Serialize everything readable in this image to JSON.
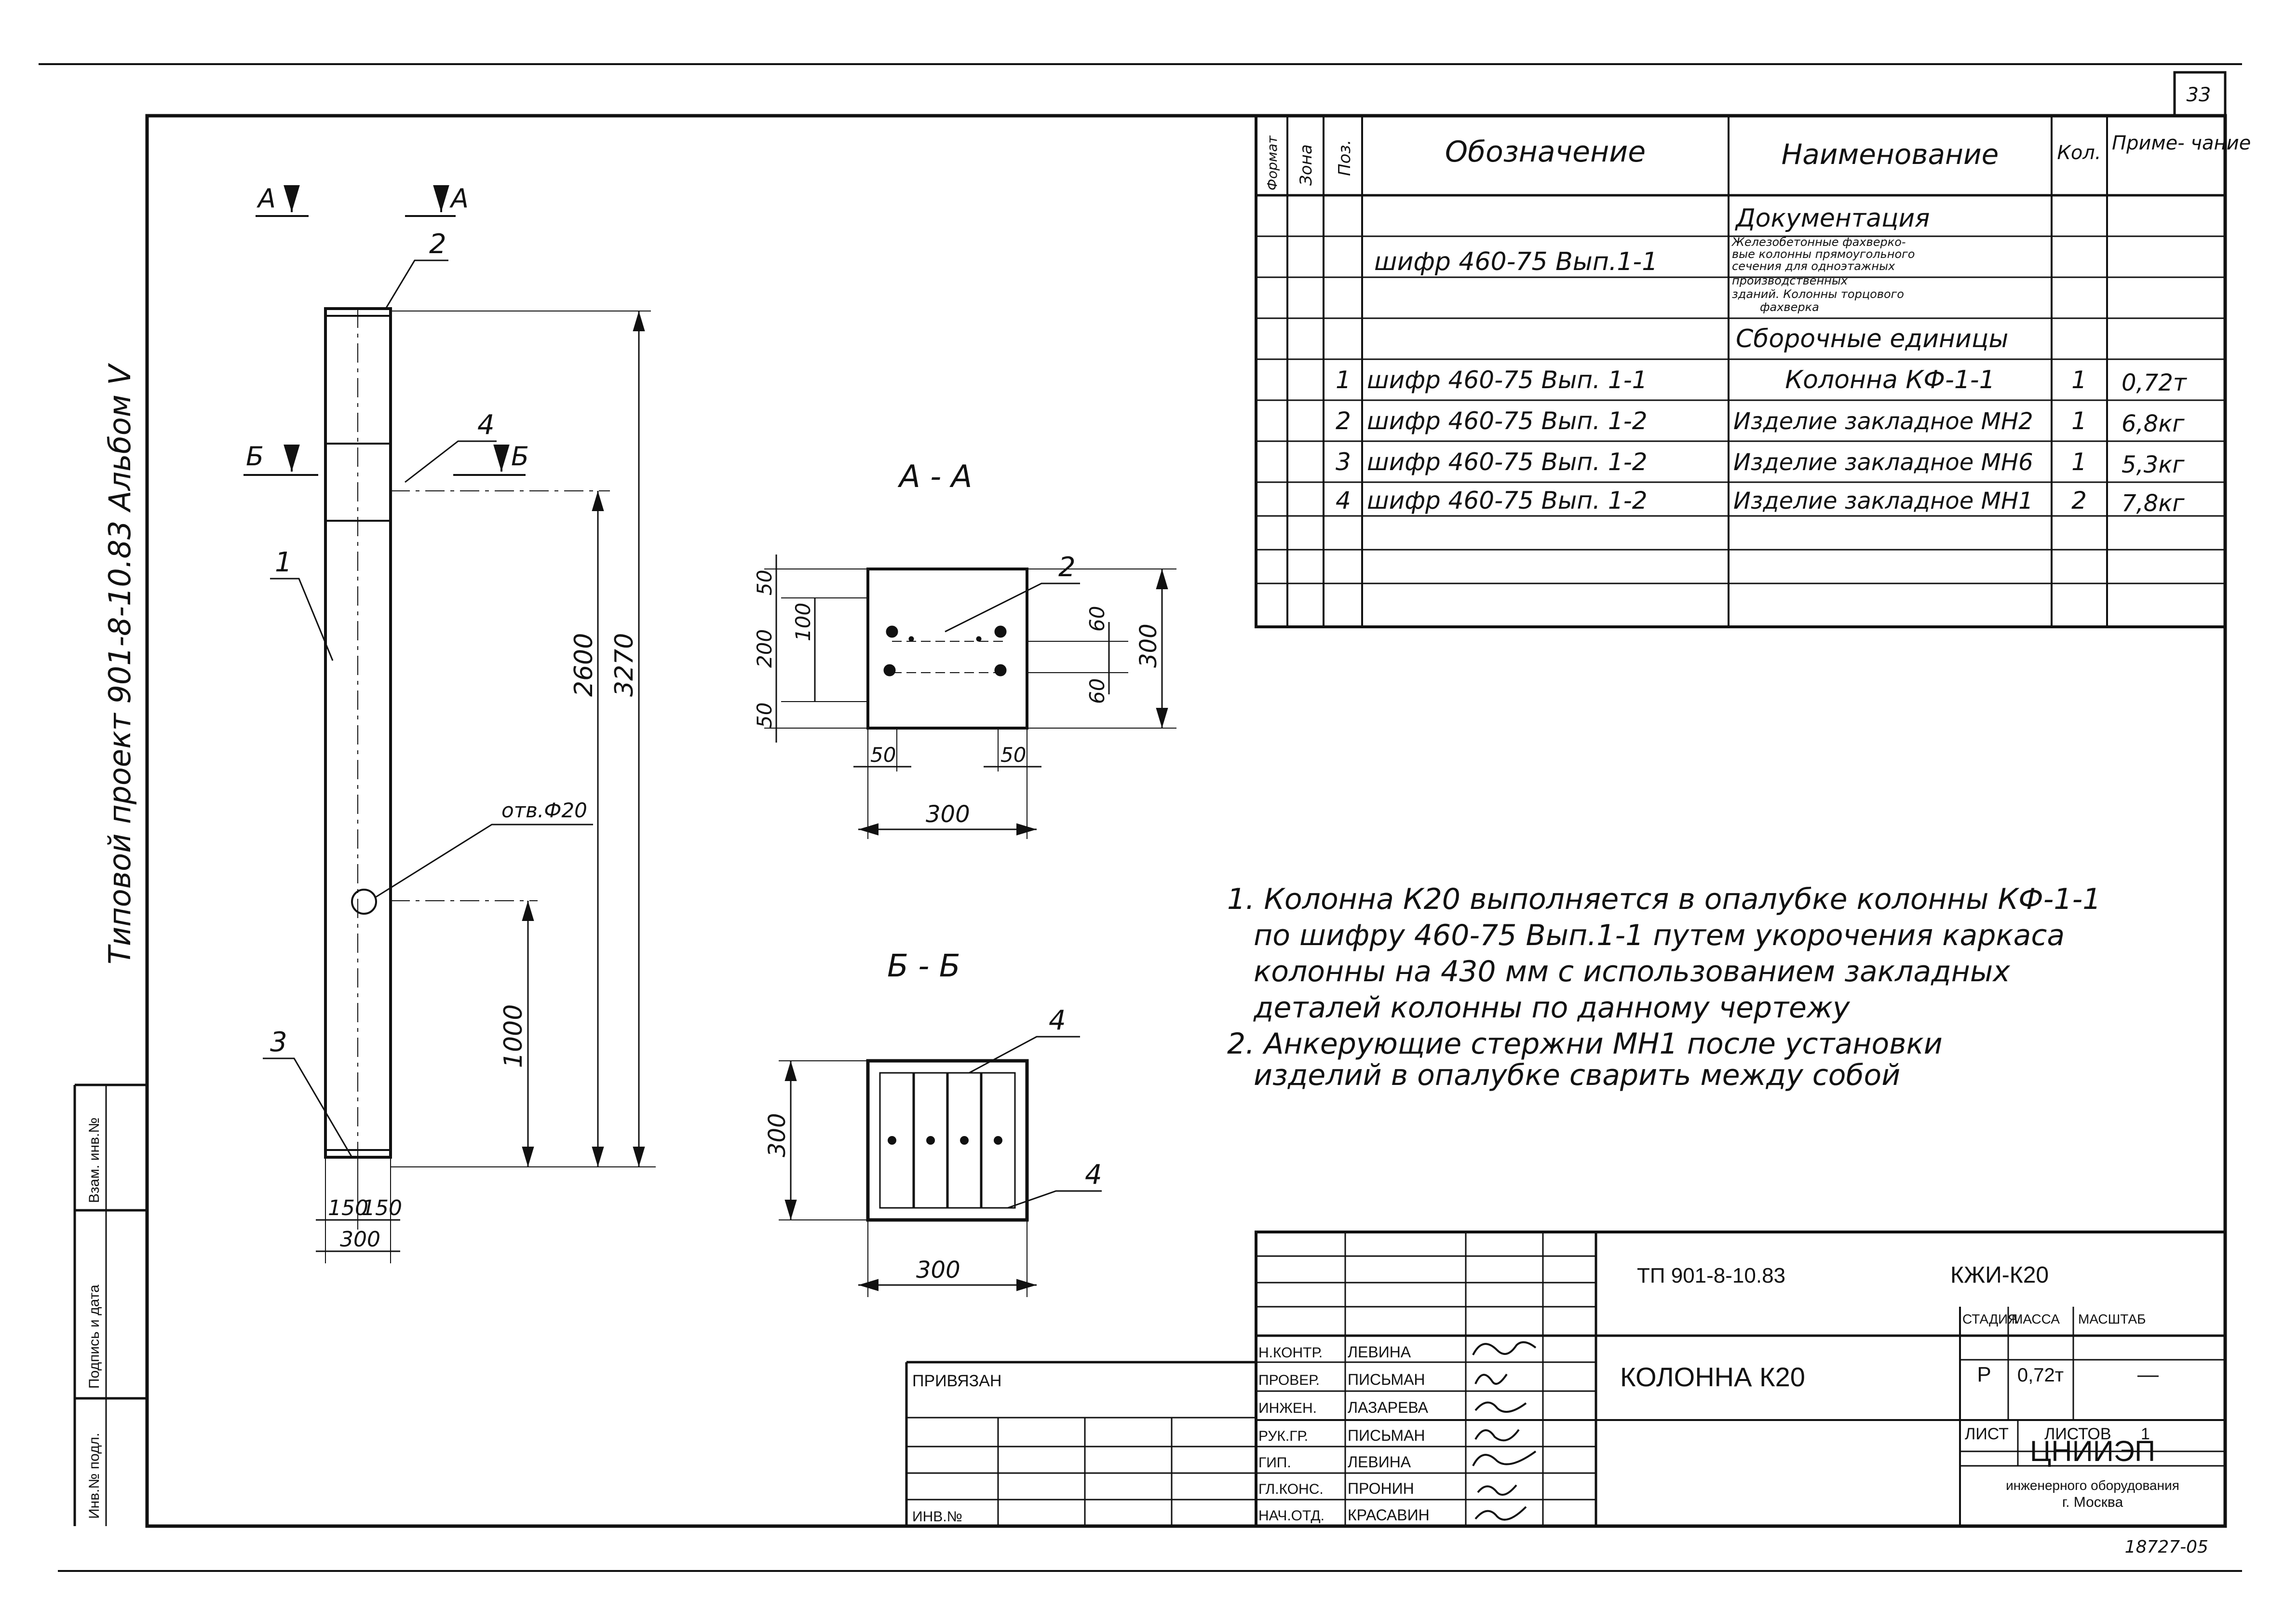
{
  "sheet_number": "33",
  "side_title": "Типовой проект 901-8-10.83 Альбом V",
  "side_boxes": [
    "Инв.№ подл.",
    "Подпись и дата",
    "Взам. инв.№"
  ],
  "elevation": {
    "section_a_left": "А",
    "section_a_right": "А",
    "section_b_left": "Б",
    "section_b_right": "Б",
    "pos_1": "1",
    "pos_2": "2",
    "pos_3": "3",
    "pos_4": "4",
    "hole_label": "отв.Ф20",
    "dim_2600": "2600",
    "dim_3270": "3270",
    "dim_1000": "1000",
    "dim_150a": "150",
    "dim_150b": "150",
    "dim_300": "300"
  },
  "section_aa": {
    "title": "А - А",
    "pos_2": "2",
    "dims": {
      "d50_top": "50",
      "d100": "100",
      "d200": "200",
      "d50_bot": "50",
      "d60_top": "60",
      "d60_bot": "60",
      "d300_right": "300",
      "d50_left": "50",
      "d50_right": "50",
      "d300_bottom": "300"
    }
  },
  "section_bb": {
    "title": "Б - Б",
    "pos_4_top": "4",
    "pos_4_bottom": "4",
    "dim_300_left": "300",
    "dim_300_bottom": "300"
  },
  "spec_table": {
    "headers": {
      "format": "Формат",
      "zone": "Зона",
      "pos": "Поз.",
      "designation": "Обозначение",
      "name": "Наименование",
      "qty": "Кол.",
      "note": "Приме- чание"
    },
    "section_documentation": "Документация",
    "doc_row": {
      "designation": "шифр 460-75 Вып.1-1",
      "name_lines": [
        "Железобетонные фахверко-",
        "вые колонны прямоугольного",
        "сечения для одноэтажных",
        "производственных",
        "зданий. Колонны торцового",
        "фахверка"
      ]
    },
    "section_assembly": "Сборочные единицы",
    "rows": [
      {
        "pos": "1",
        "designation": "шифр 460-75 Вып. 1-1",
        "name": "Колонна КФ-1-1",
        "qty": "1",
        "note": "0,72т"
      },
      {
        "pos": "2",
        "designation": "шифр 460-75 Вып. 1-2",
        "name": "Изделие закладное МН2",
        "qty": "1",
        "note": "6,8кг"
      },
      {
        "pos": "3",
        "designation": "шифр 460-75 Вып. 1-2",
        "name": "Изделие закладное МН6",
        "qty": "1",
        "note": "5,3кг"
      },
      {
        "pos": "4",
        "designation": "шифр 460-75 Вып. 1-2",
        "name": "Изделие закладное МН1",
        "qty": "2",
        "note": "7,8кг"
      }
    ]
  },
  "notes": [
    "1. Колонна К20 выполняется в опалубке колонны КФ-1-1",
    "по шифру 460-75 Вып.1-1 путем укорочения каркаса",
    "колонны на 430 мм с использованием закладных",
    "деталей колонны по данному чертежу",
    "2. Анкерующие стержни МН1 после установки",
    "изделий в опалубке сварить между собой"
  ],
  "title_block": {
    "doc_code": "ТП 901-8-10.83",
    "sheet_code": "КЖИ-К20",
    "title": "КОЛОННА К20",
    "stage_label": "СТАДИЯ",
    "mass_label": "МАССА",
    "scale_label": "МАСШТАБ",
    "stage": "Р",
    "mass": "0,72т",
    "scale": "—",
    "sheet_label": "ЛИСТ",
    "sheets_label": "ЛИСТОВ",
    "sheets_count": "1",
    "org_name": "ЦНИИЭП",
    "org_line2": "инженерного оборудования",
    "org_line3": "г. Москва",
    "privyazan": "ПРИВЯЗАН",
    "inv_no": "ИНВ.№",
    "roles": [
      {
        "role": "Н.КОНТР.",
        "name": "ЛЕВИНА"
      },
      {
        "role": "ПРОВЕР.",
        "name": "ПИСЬМАН"
      },
      {
        "role": "ИНЖЕН.",
        "name": "ЛАЗАРЕВА"
      },
      {
        "role": "РУК.ГР.",
        "name": "ПИСЬМАН"
      },
      {
        "role": "ГИП.",
        "name": "ЛЕВИНА"
      },
      {
        "role": "ГЛ.КОНС.",
        "name": "ПРОНИН"
      },
      {
        "role": "НАЧ.ОТД.",
        "name": "КРАСАВИН"
      }
    ]
  },
  "archive_number": "18727-05"
}
